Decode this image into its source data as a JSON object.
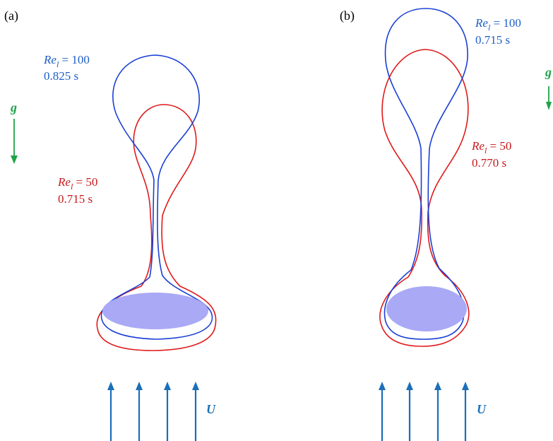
{
  "panels": [
    {
      "id": "a",
      "tag": "(a)",
      "upper": {
        "re_prefix": "Re",
        "re_sub": "l",
        "re_value": " = 100",
        "time": "0.825 s",
        "color": "#1f5fc8"
      },
      "lower": {
        "re_prefix": "Re",
        "re_sub": "l",
        "re_value": " = 50",
        "time": "0.715 s",
        "color": "#c8191e"
      },
      "gravity_label": "g",
      "flow_label": "U"
    },
    {
      "id": "b",
      "tag": "(b)",
      "upper": {
        "re_prefix": "Re",
        "re_sub": "l",
        "re_value": " = 100",
        "time": "0.715 s",
        "color": "#1f5fc8"
      },
      "lower": {
        "re_prefix": "Re",
        "re_sub": "l",
        "re_value": " = 50",
        "time": "0.770 s",
        "color": "#c8191e"
      },
      "gravity_label": "g",
      "flow_label": "U"
    }
  ],
  "colors": {
    "blue_curve": "#1a3fd6",
    "red_curve": "#e01a1a",
    "disc_fill": "#a9a9f6",
    "gravity": "#1ea34a",
    "flow": "#1b6fb8"
  }
}
